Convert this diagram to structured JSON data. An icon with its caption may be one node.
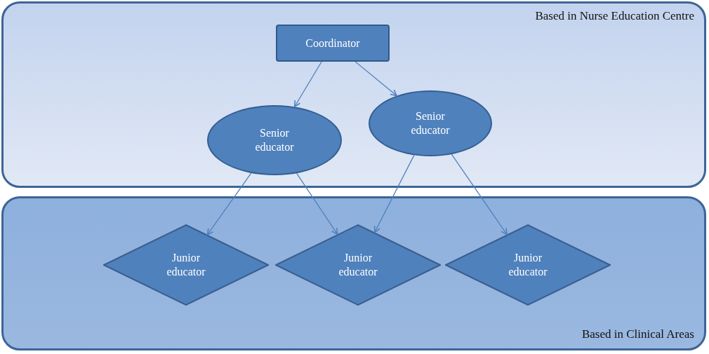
{
  "diagram": {
    "nodes": [
      {
        "text": [
          "Based in Nurse Education Centre"
        ]
      },
      {
        "text": [
          "Based in Clinical Areas"
        ]
      },
      {
        "text": [
          "Coordinator"
        ],
        "in": 0
      },
      {
        "text": [
          "Senior educator"
        ],
        "in": 0
      },
      {
        "text": [
          "Senior educator"
        ],
        "in": 0
      },
      {
        "text": [
          "Junior educator"
        ],
        "in": 1
      },
      {
        "text": [
          "Junior educator"
        ],
        "in": 1
      },
      {
        "text": [
          "Junior educator"
        ],
        "in": 1
      }
    ],
    "edges": [
      {
        "from": 2,
        "to": 3,
        "arrow": "to"
      },
      {
        "from": 2,
        "to": 4,
        "arrow": "to"
      },
      {
        "from": 3,
        "to": 5,
        "arrow": "to"
      },
      {
        "from": 3,
        "to": 6,
        "arrow": "to"
      },
      {
        "from": 4,
        "to": 6,
        "arrow": "to"
      },
      {
        "from": 4,
        "to": 7,
        "arrow": "to"
      }
    ]
  }
}
